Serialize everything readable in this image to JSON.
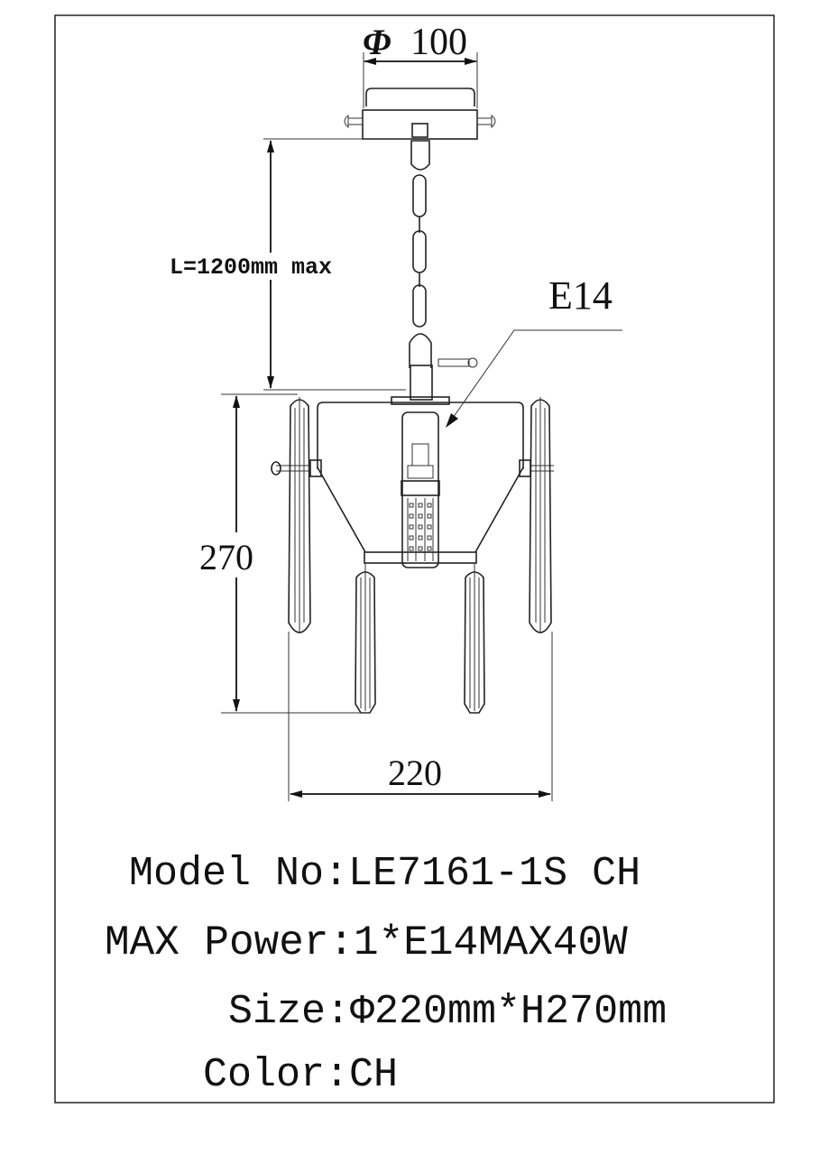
{
  "dimensions": {
    "canopy_diameter": "100",
    "canopy_diameter_symbol": "Φ",
    "chain_length": "L=1200mm max",
    "lamp_base": "E14",
    "height": "270",
    "width": "220"
  },
  "specs": {
    "model": "Model No:LE7161-1S CH",
    "max_power": "MAX Power:1*E14MAX40W",
    "size": "Size:Φ220mm*H270mm",
    "color": "Color:CH"
  },
  "colors": {
    "line": "#222222",
    "background": "#ffffff"
  }
}
